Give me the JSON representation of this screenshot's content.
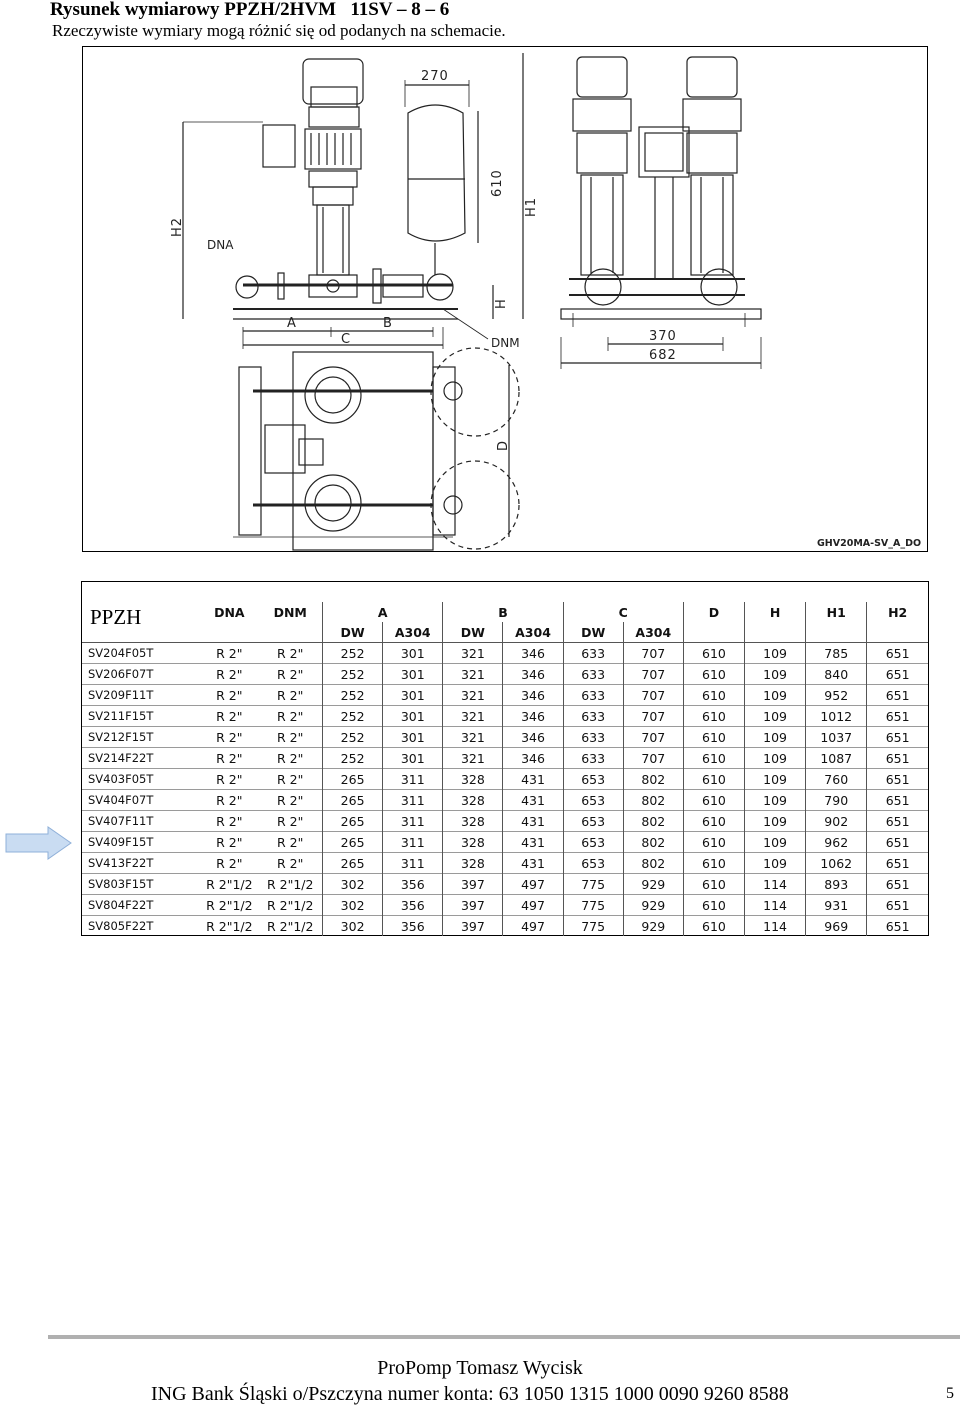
{
  "header": {
    "title": "Rysunek wymiarowy PPZH/2HVM   11SV – 8 – 6",
    "subtitle": "Rzeczywiste wymiary mogą różnić się od podanych na schemacie."
  },
  "drawing": {
    "labels": {
      "dim_270": "270",
      "dim_610": "610",
      "h1": "H1",
      "h2": "H2",
      "h": "H",
      "dna": "DNA",
      "dnm": "DNM",
      "a": "A",
      "b": "B",
      "c": "C",
      "d": "D",
      "dim_370": "370",
      "dim_682": "682",
      "code": "GHV20MA-SV_A_DO"
    }
  },
  "table": {
    "title": "PPZH",
    "headers": {
      "dna": "DNA",
      "dnm": "DNM",
      "a": "A",
      "b": "B",
      "c": "C",
      "d": "D",
      "h": "H",
      "h1": "H1",
      "h2": "H2",
      "dw": "DW",
      "a304": "A304"
    },
    "rows": [
      [
        "SV204F05T",
        "R 2\"",
        "R 2\"",
        "252",
        "301",
        "321",
        "346",
        "633",
        "707",
        "610",
        "109",
        "785",
        "651"
      ],
      [
        "SV206F07T",
        "R 2\"",
        "R 2\"",
        "252",
        "301",
        "321",
        "346",
        "633",
        "707",
        "610",
        "109",
        "840",
        "651"
      ],
      [
        "SV209F11T",
        "R 2\"",
        "R 2\"",
        "252",
        "301",
        "321",
        "346",
        "633",
        "707",
        "610",
        "109",
        "952",
        "651"
      ],
      [
        "SV211F15T",
        "R 2\"",
        "R 2\"",
        "252",
        "301",
        "321",
        "346",
        "633",
        "707",
        "610",
        "109",
        "1012",
        "651"
      ],
      [
        "SV212F15T",
        "R 2\"",
        "R 2\"",
        "252",
        "301",
        "321",
        "346",
        "633",
        "707",
        "610",
        "109",
        "1037",
        "651"
      ],
      [
        "SV214F22T",
        "R 2\"",
        "R 2\"",
        "252",
        "301",
        "321",
        "346",
        "633",
        "707",
        "610",
        "109",
        "1087",
        "651"
      ],
      [
        "SV403F05T",
        "R 2\"",
        "R 2\"",
        "265",
        "311",
        "328",
        "431",
        "653",
        "802",
        "610",
        "109",
        "760",
        "651"
      ],
      [
        "SV404F07T",
        "R 2\"",
        "R 2\"",
        "265",
        "311",
        "328",
        "431",
        "653",
        "802",
        "610",
        "109",
        "790",
        "651"
      ],
      [
        "SV407F11T",
        "R 2\"",
        "R 2\"",
        "265",
        "311",
        "328",
        "431",
        "653",
        "802",
        "610",
        "109",
        "902",
        "651"
      ],
      [
        "SV409F15T",
        "R 2\"",
        "R 2\"",
        "265",
        "311",
        "328",
        "431",
        "653",
        "802",
        "610",
        "109",
        "962",
        "651"
      ],
      [
        "SV413F22T",
        "R 2\"",
        "R 2\"",
        "265",
        "311",
        "328",
        "431",
        "653",
        "802",
        "610",
        "109",
        "1062",
        "651"
      ],
      [
        "SV803F15T",
        "R 2\"1/2",
        "R 2\"1/2",
        "302",
        "356",
        "397",
        "497",
        "775",
        "929",
        "610",
        "114",
        "893",
        "651"
      ],
      [
        "SV804F22T",
        "R 2\"1/2",
        "R 2\"1/2",
        "302",
        "356",
        "397",
        "497",
        "775",
        "929",
        "610",
        "114",
        "931",
        "651"
      ],
      [
        "SV805F22T",
        "R 2\"1/2",
        "R 2\"1/2",
        "302",
        "356",
        "397",
        "497",
        "775",
        "929",
        "610",
        "114",
        "969",
        "651"
      ]
    ]
  },
  "footer": {
    "company": "ProPomp Tomasz Wycisk",
    "bank": "ING Bank Śląski o/Pszczyna numer konta: 63 1050 1315 1000 0090 9260 8588",
    "page_number": "5"
  },
  "colors": {
    "arrow_fill": "#c9dcf2",
    "arrow_stroke": "#8fb0d9",
    "footer_rule": "#b0b0b0"
  }
}
